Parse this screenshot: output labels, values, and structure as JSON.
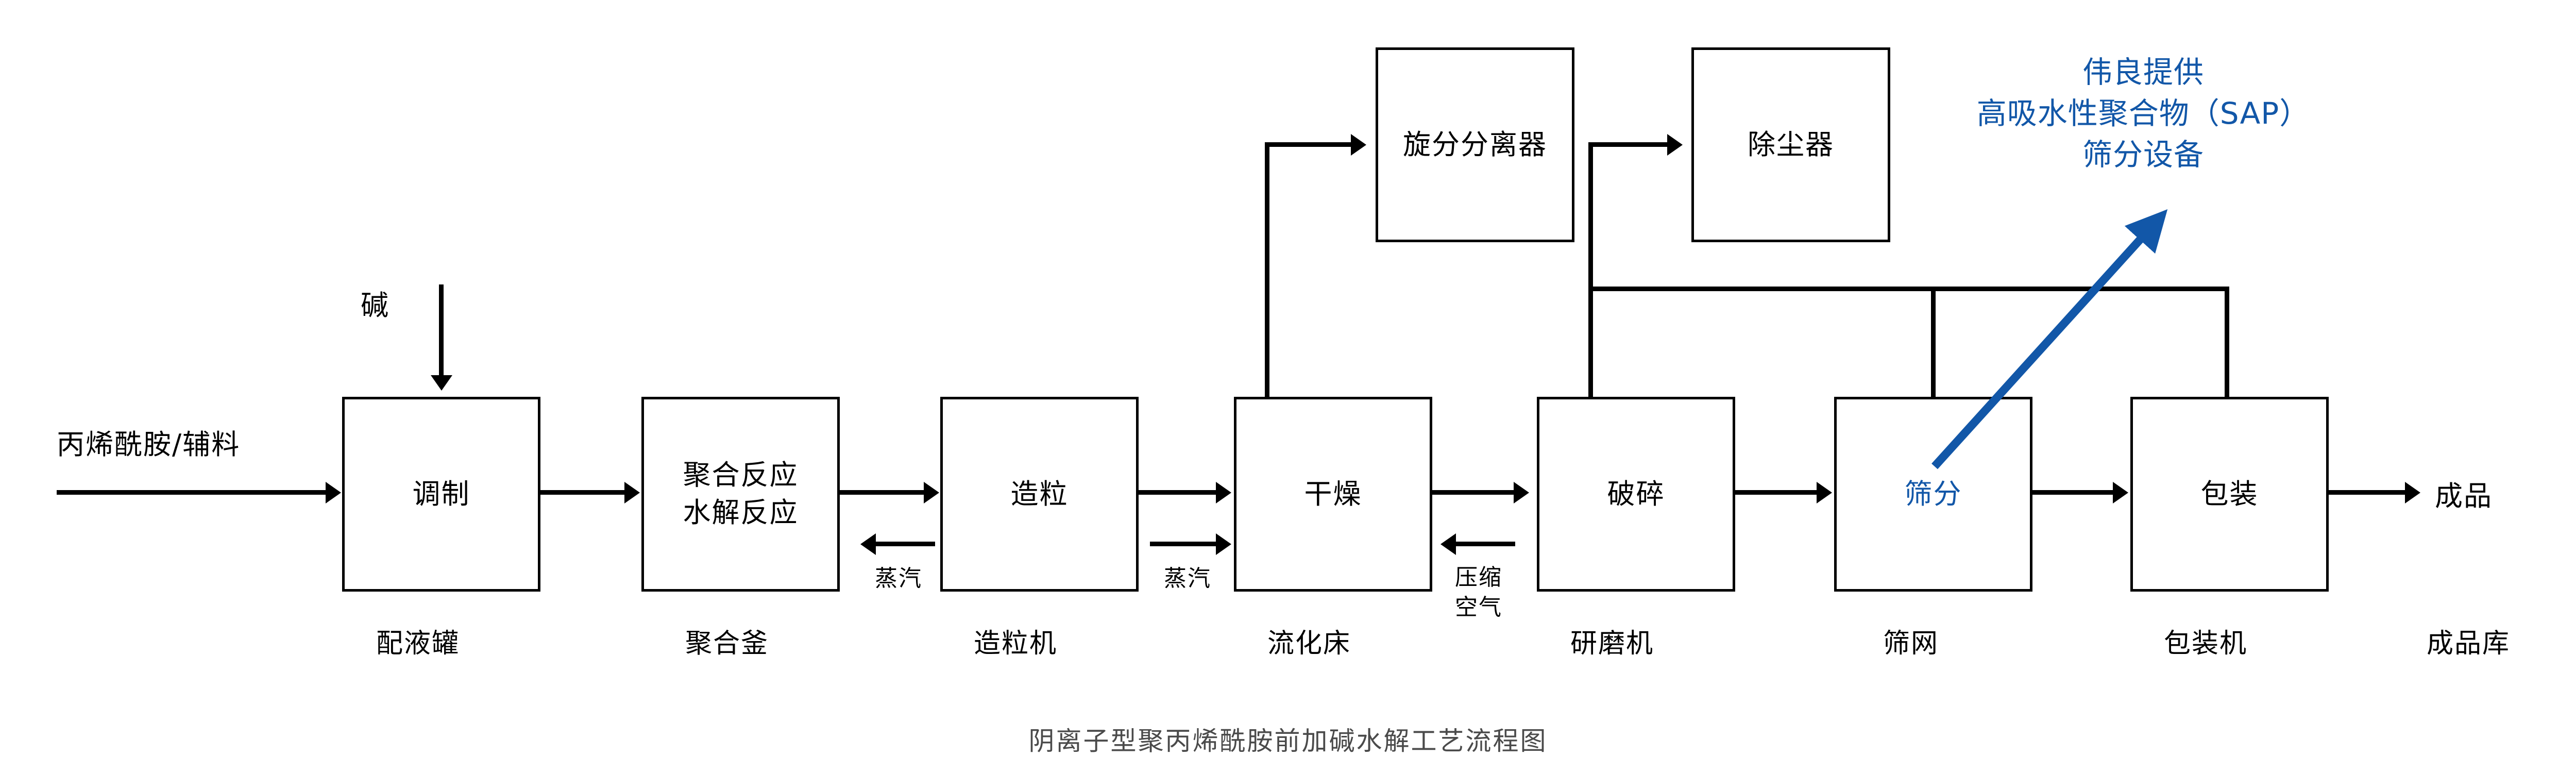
{
  "diagram": {
    "caption": "阴离子型聚丙烯酰胺前加碱水解工艺流程图",
    "accent_color": "#1257a8",
    "line_color": "#000000",
    "caption_color": "#4a4a4a"
  },
  "process_boxes": [
    {
      "id": "tiaozhi",
      "label": "调制",
      "sub_label": "配液罐",
      "accent": false
    },
    {
      "id": "juhe",
      "label_line1": "聚合反应",
      "label_line2": "水解反应",
      "sub_label": "聚合釜",
      "accent": false
    },
    {
      "id": "zaoli",
      "label": "造粒",
      "sub_label": "造粒机",
      "accent": false
    },
    {
      "id": "ganzao",
      "label": "干燥",
      "sub_label": "流化床",
      "accent": false
    },
    {
      "id": "posui",
      "label": "破碎",
      "sub_label": "研磨机",
      "accent": false
    },
    {
      "id": "shaifen",
      "label": "筛分",
      "sub_label": "筛网",
      "accent": true
    },
    {
      "id": "baozhuang",
      "label": "包装",
      "sub_label": "包装机",
      "accent": false
    }
  ],
  "top_boxes": [
    {
      "id": "xuanfen",
      "label": "旋分分离器"
    },
    {
      "id": "chuchen",
      "label": "除尘器"
    }
  ],
  "stream_labels": {
    "feed": "丙烯酰胺/辅料",
    "alkali": "碱",
    "steam_1": "蒸汽",
    "steam_2": "蒸汽",
    "compressed_air_line1": "压缩",
    "compressed_air_line2": "空气",
    "product": "成品",
    "product_warehouse": "成品库"
  },
  "annotation": {
    "line1": "伟良提供",
    "line2": "高吸水性聚合物（SAP）",
    "line3": "筛分设备"
  }
}
